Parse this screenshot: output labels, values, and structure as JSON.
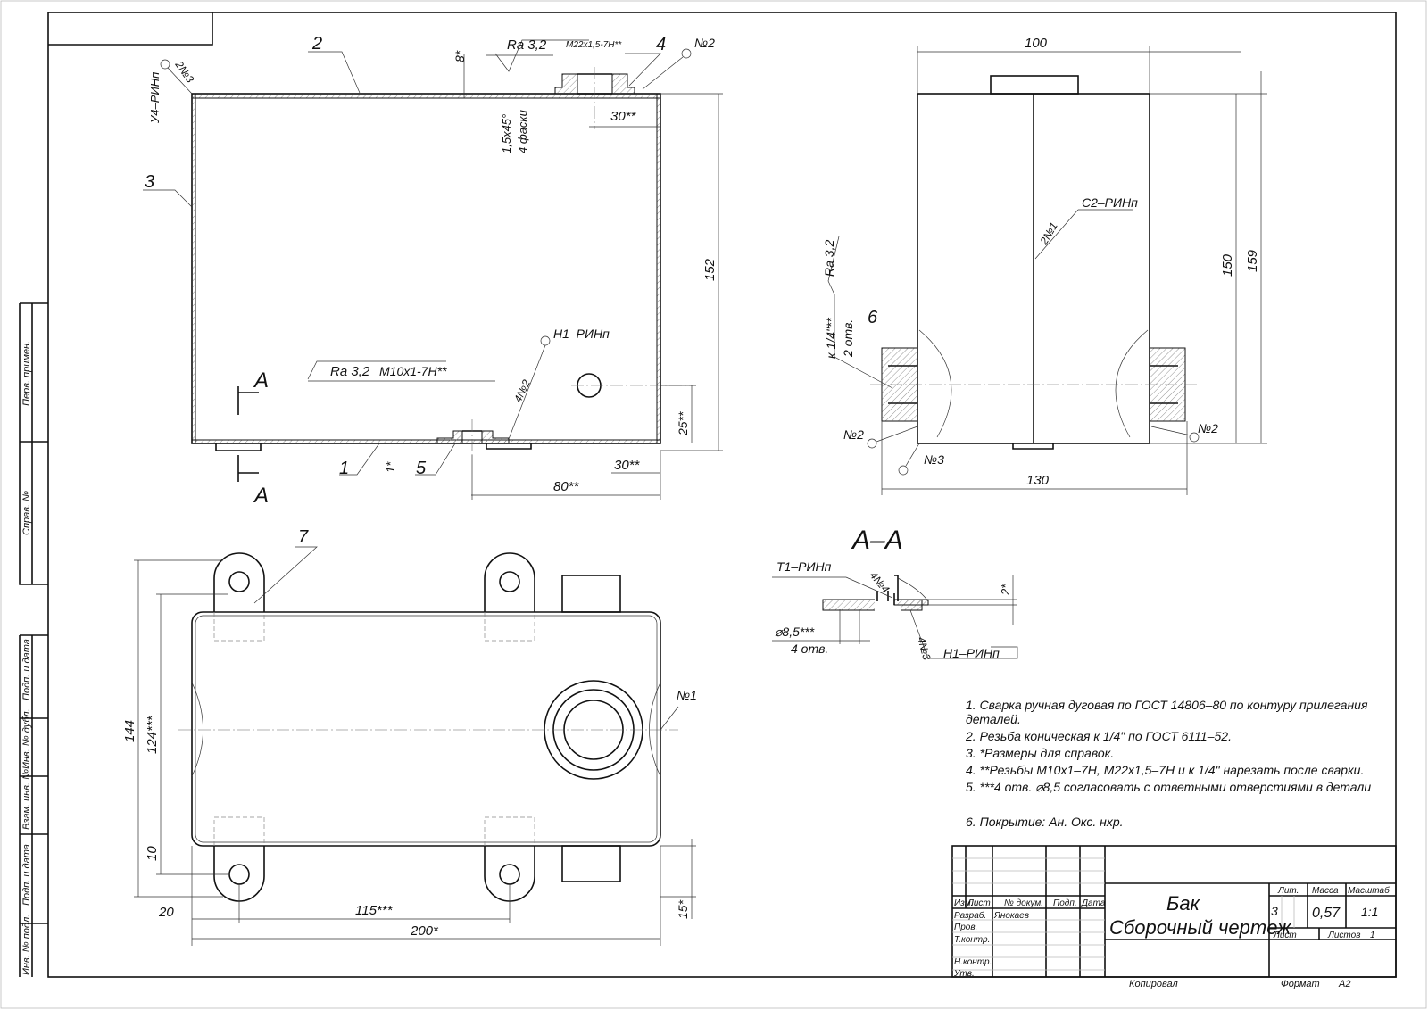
{
  "frame": {
    "side_labels": [
      "Перв. примен.",
      "Справ. №",
      "Подп. и дата",
      "Инв. № дубл.",
      "Взам. инв. №",
      "Подп. и дата",
      "Инв. № подл."
    ]
  },
  "front_view": {
    "pos2": "2",
    "pos3": "3",
    "pos4": "4",
    "pos1": "1",
    "pos5": "5",
    "weld_top_left": "У4–РИНп",
    "weld_2n3": "2№3",
    "weld_n2": "№2",
    "rough_top": "Ra 3,2",
    "thread_top": "M22x1,5-7H**",
    "dim_8": "8*",
    "chamfer": "1,5x45°",
    "chamfer_note": "4 фаски",
    "dim_30_top": "30**",
    "dim_152": "152",
    "weld_h1": "Н1–РИНп",
    "weld_4n2": "4№2",
    "rough_bottom": "Ra 3,2",
    "thread_bottom": "M10x1-7H**",
    "section_mark": "А",
    "dim_25": "25**",
    "dim_1": "1*",
    "dim_30_bottom": "30**",
    "dim_80": "80**"
  },
  "side_view": {
    "dim_100": "100",
    "weld_c2": "С2–РИНп",
    "weld_2n1": "2№1",
    "rough": "Ra 3,2",
    "thread": "к 1/4\"**",
    "holes": "2 отв.",
    "pos6": "6",
    "dim_150": "150",
    "dim_159": "159",
    "weld_n2_left": "№2",
    "weld_n2_right": "№2",
    "weld_n3": "№3",
    "dim_130": "130"
  },
  "top_view": {
    "pos7": "7",
    "dim_144": "144",
    "dim_124": "124***",
    "dim_10": "10",
    "weld_n1": "№1",
    "dim_20": "20",
    "dim_115": "115***",
    "dim_200": "200*",
    "dim_15": "15*"
  },
  "section": {
    "title": "А–А",
    "weld_t1": "Т1–РИНп",
    "weld_4n4": "4№4",
    "dim_2": "2*",
    "dim_d85": "⌀8,5***",
    "holes": "4 отв.",
    "weld_4n3": "4№3",
    "weld_h1": "Н1–РИНп"
  },
  "notes": [
    "1. Сварка ручная дуговая по ГОСТ 14806–80 по контуру прилегания",
    "деталей.",
    "2. Резьба коническая к 1/4\" по ГОСТ 6111–52.",
    "3.  *Размеры для справок.",
    "4.  **Резьбы M10x1–7H, M22x1,5–7H и  к 1/4\" нарезать после сварки.",
    "5.  ***4 отв. ⌀8,5 согласовать с ответными отверстиями в детали",
    "6. Покрытие: Ан. Окс. нхр."
  ],
  "title_block": {
    "headers": [
      "Изм.",
      "Лист",
      "№ докум.",
      "Подп.",
      "Дата"
    ],
    "roles": [
      "Разраб.",
      "Пров.",
      "Т.контр.",
      "",
      "Н.контр.",
      "Утв."
    ],
    "developer": "Янокаев",
    "name": "Бак",
    "doc_type": "Сборочный чертеж",
    "lit_label": "Лит.",
    "mass_label": "Масса",
    "scale_label": "Масштаб",
    "lit_value": "3",
    "mass_value": "0,57",
    "scale_value": "1:1",
    "sheet_label": "Лист",
    "sheets_label": "Листов",
    "sheets_value": "1",
    "copied": "Копировал",
    "format_label": "Формат",
    "format_value": "A2"
  }
}
